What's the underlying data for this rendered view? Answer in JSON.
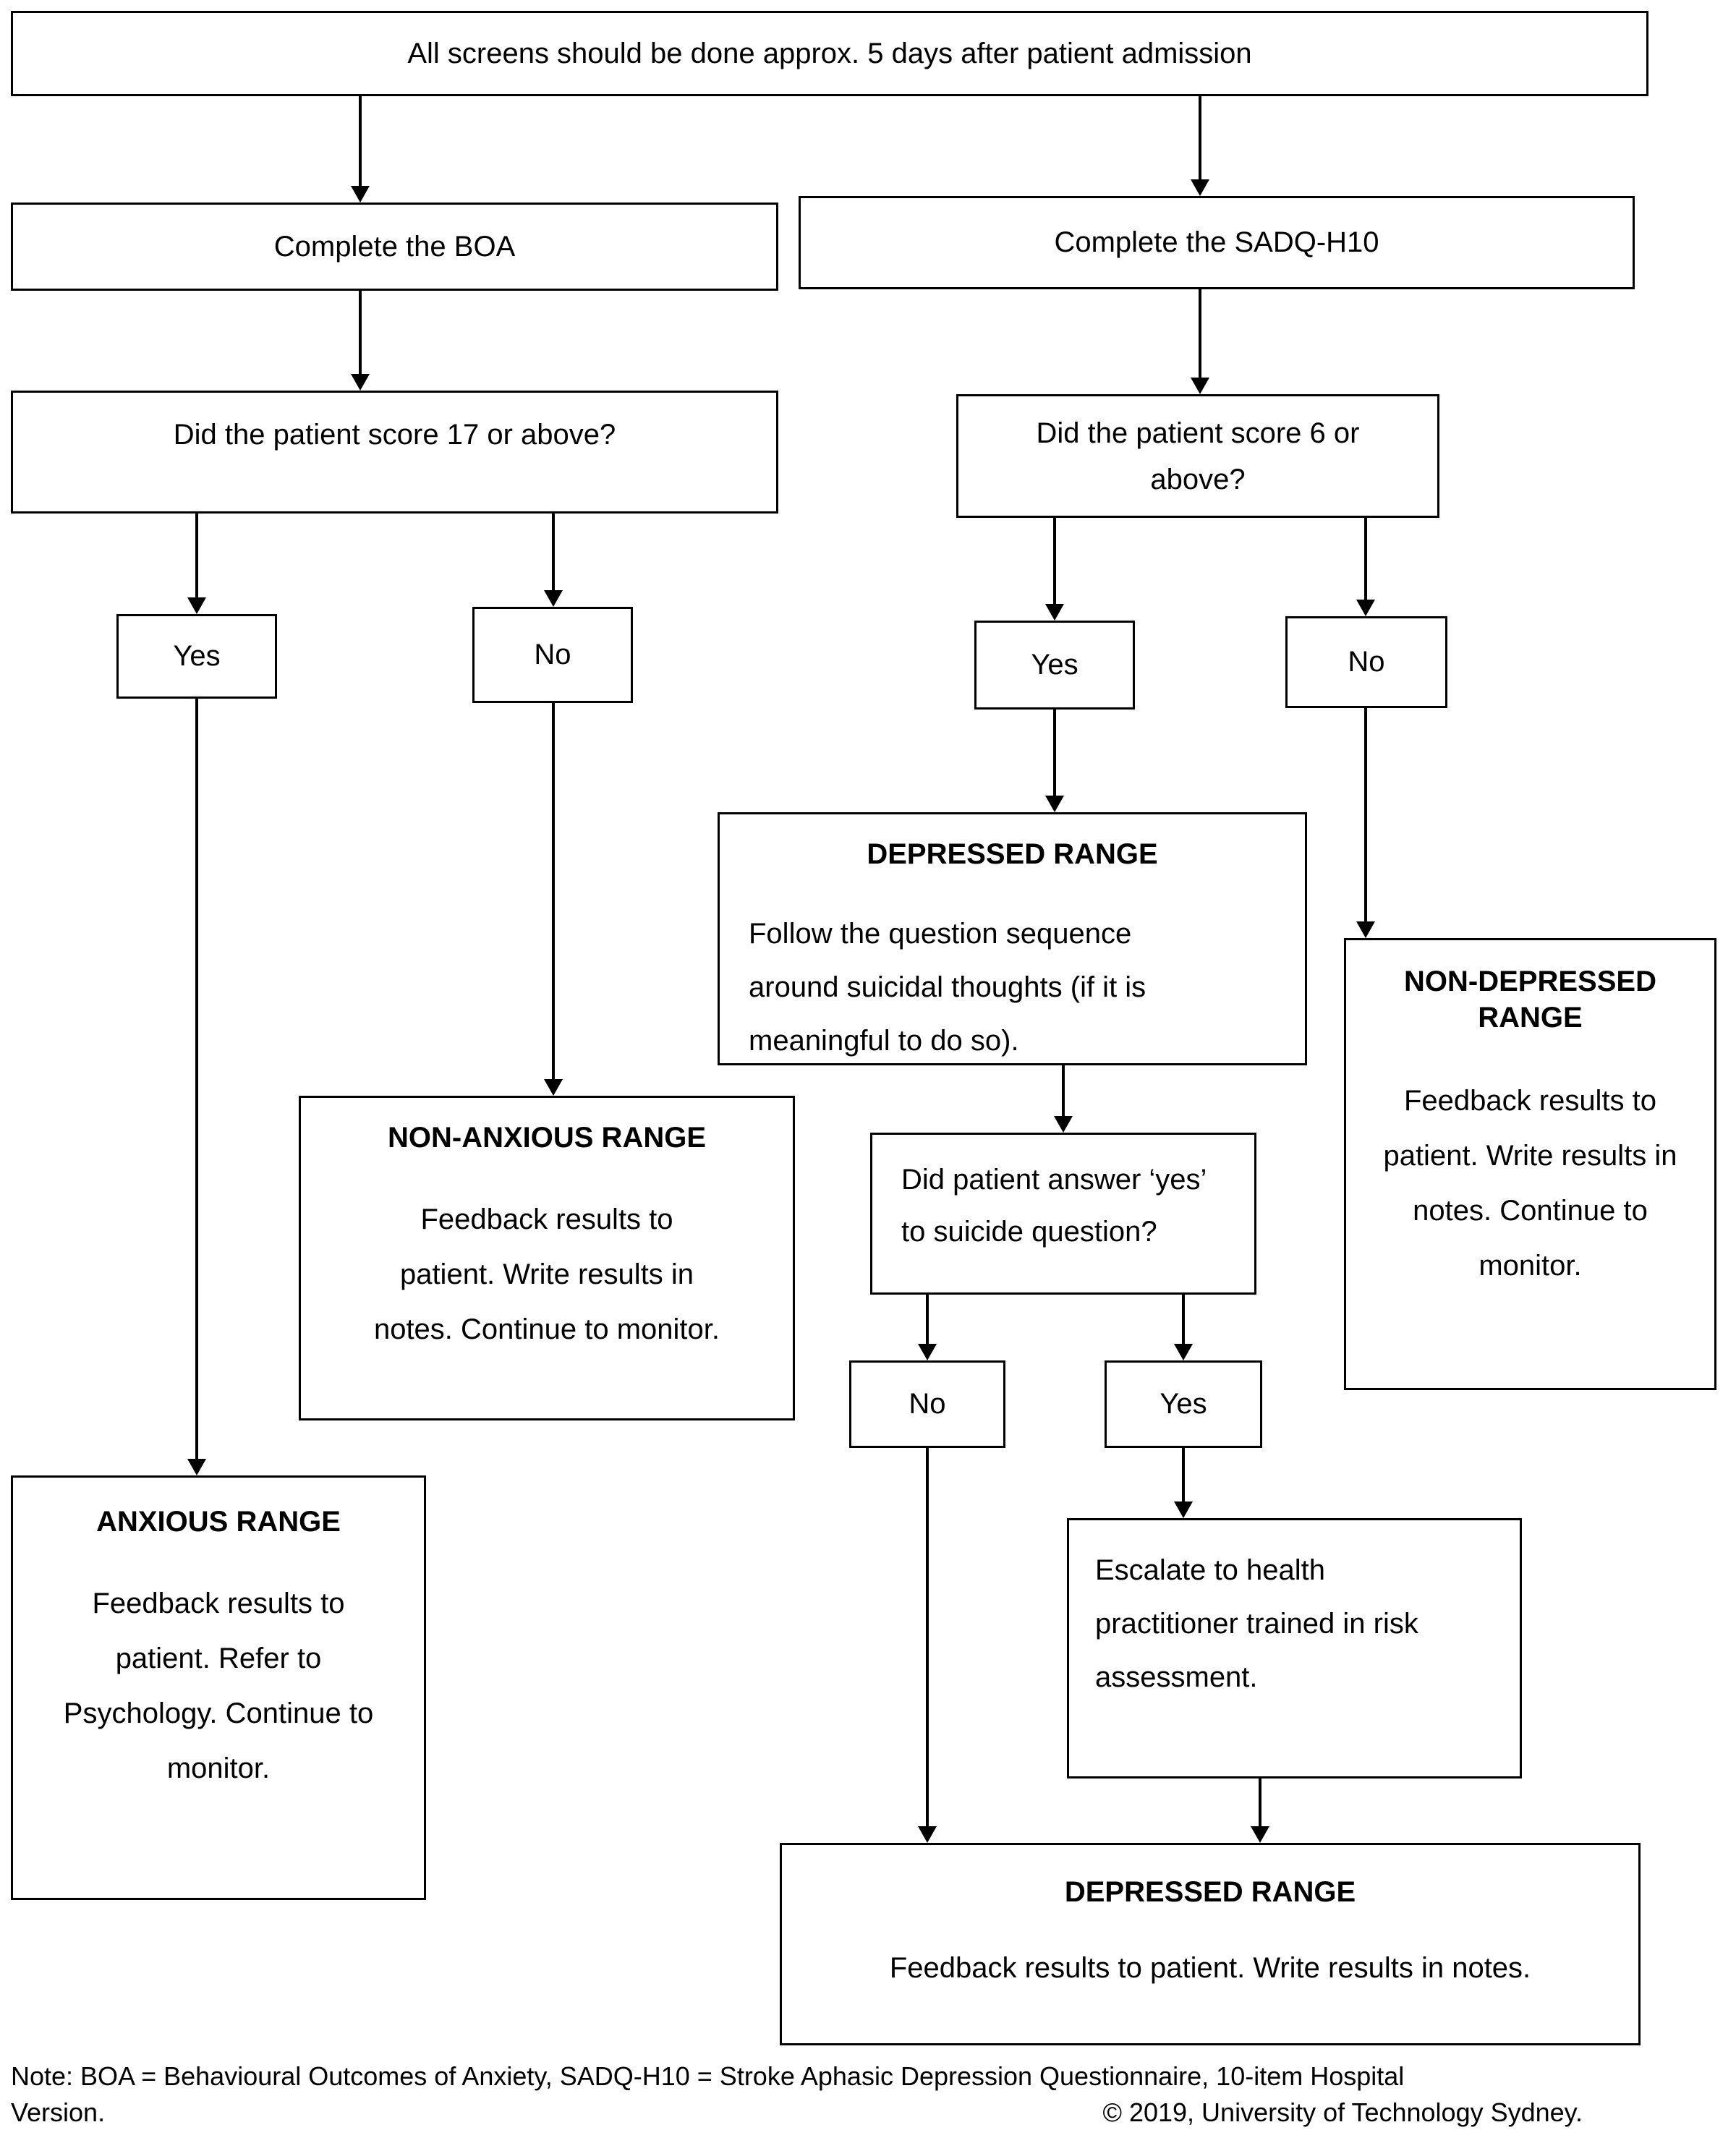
{
  "diagram": {
    "top_instruction": "All screens should be done approx. 5 days after patient admission",
    "boa": {
      "complete": "Complete the BOA",
      "score_question": "Did the patient score 17 or above?",
      "yes": "Yes",
      "no": "No",
      "anxious": {
        "title": "ANXIOUS RANGE",
        "body": "Feedback results to patient. Refer to Psychology. Continue to monitor."
      },
      "non_anxious": {
        "title": "NON-ANXIOUS RANGE",
        "body": "Feedback results to patient. Write results in notes. Continue to monitor."
      }
    },
    "sadq": {
      "complete": "Complete the SADQ-H10",
      "score_question": "Did the patient score 6 or above?",
      "yes": "Yes",
      "no": "No",
      "depressed": {
        "title": "DEPRESSED RANGE",
        "body": "Follow the question sequence around suicidal thoughts (if it is meaningful to do so)."
      },
      "non_depressed": {
        "title": "NON-DEPRESSED RANGE",
        "body": "Feedback results to patient. Write results in notes. Continue to monitor."
      },
      "suicide_question": "Did patient answer ‘yes’ to suicide question?",
      "suicide_no": "No",
      "suicide_yes": "Yes",
      "escalate": "Escalate to health practitioner trained in risk assessment.",
      "final_depressed": {
        "title": "DEPRESSED RANGE",
        "body": "Feedback results to patient. Write results in notes."
      }
    }
  },
  "footer": {
    "note_line1": "Note: BOA = Behavioural Outcomes of Anxiety, SADQ-H10 = Stroke Aphasic Depression Questionnaire, 10-item Hospital",
    "note_line2": "Version.",
    "copyright": "© 2019, University of Technology Sydney."
  }
}
